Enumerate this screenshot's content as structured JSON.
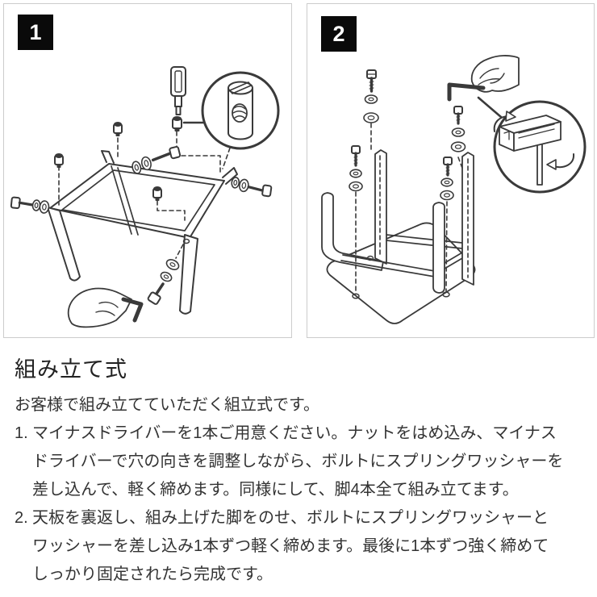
{
  "panels": [
    {
      "number": "1",
      "elements": [
        "flat-head-screwdriver-icon",
        "barrel-nut-icon",
        "magnified-barrel-nut-detail",
        "exploded-leg-frame",
        "bolt-icons",
        "spring-washer-icons",
        "washer-icons",
        "hand-with-hex-key-icon"
      ]
    },
    {
      "number": "2",
      "elements": [
        "bolt-icons",
        "spring-washer-icons",
        "washer-icons",
        "assembled-leg-frame",
        "table-top-panel",
        "hand-with-hex-key-icon",
        "magnified-hex-key-turning-detail"
      ]
    }
  ],
  "instructions": {
    "title": "組み立て式",
    "intro": "お客様で組み立てていただく組立式です。",
    "steps": [
      {
        "number": "1.",
        "lines": [
          "マイナスドライバーを1本ご用意ください。ナットをはめ込み、マイナス",
          "ドライバーで穴の向きを調整しながら、ボルトにスプリングワッシャーを",
          "差し込んで、軽く締めます。同様にして、脚4本全て組み立てます。"
        ]
      },
      {
        "number": "2.",
        "lines": [
          "天板を裏返し、組み上げた脚をのせ、ボルトにスプリングワッシャーと",
          "ワッシャーを差し込み1本ずつ軽く締めます。最後に1本ずつ強く締めて",
          "しっかり固定されたら完成です。"
        ]
      }
    ]
  },
  "colors": {
    "line": "#3a3a3a",
    "panel_border": "#cccccc",
    "badge_bg": "#0a0a0a",
    "badge_fg": "#ffffff",
    "text": "#333333"
  }
}
